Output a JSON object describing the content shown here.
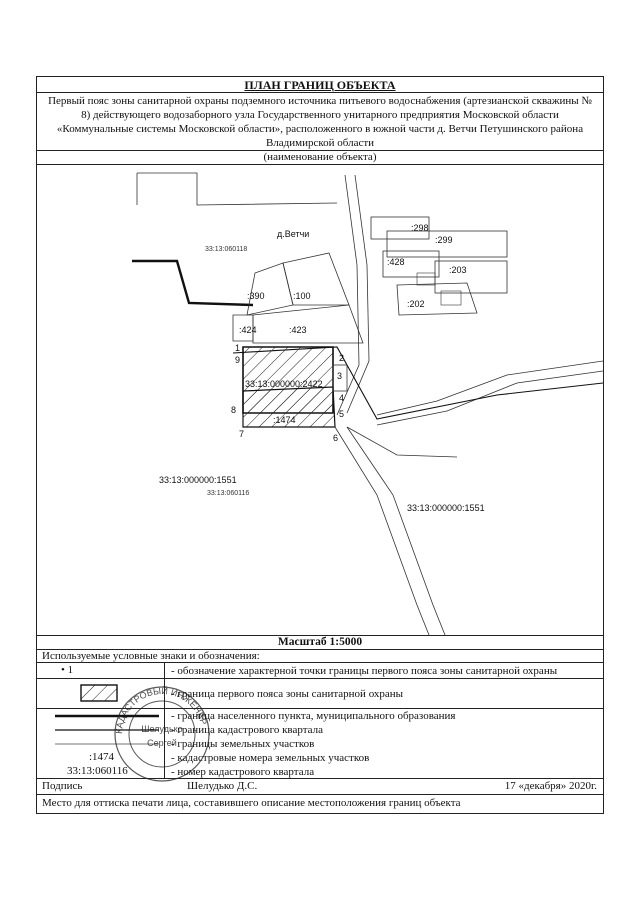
{
  "document": {
    "title": "ПЛАН ГРАНИЦ ОБЪЕКТА",
    "description": "Первый пояс зоны санитарной охраны подземного источника питьевого водоснабжения (артезианской скважины № 8) действующего водозаборного узла Государственного унитарного предприятия Московской области «Коммунальные системы Московской области», расположенного в южной части д. Ветчи Петушинского района Владимирской области",
    "object_caption": "(наименование объекта)",
    "scale": "Масштаб 1:5000",
    "legend_caption": "Используемые условные знаки и обозначения:",
    "legend": [
      {
        "symbol": "• 1",
        "text": "- обозначение характерной точки границы первого пояса зоны санитарной охраны"
      },
      {
        "symbol": "hatch",
        "text": "- граница первого пояса зоны санитарной охраны"
      },
      {
        "symbol": "thick-line",
        "text": "- граница населенного пункта, муниципального образования"
      },
      {
        "symbol": "thin-line",
        "text": "- граница кадастрового квартала"
      },
      {
        "symbol": "hair-line",
        "text": "- границы земельных участков"
      },
      {
        "symbol": ":1474",
        "text": "- кадастровые номера земельных участков"
      },
      {
        "symbol": "33:13:060116",
        "text": "- номер кадастрового квартала"
      }
    ],
    "signature_label": "Подпись",
    "signature_name": "Шелудько Д.С.",
    "signature_date": "17 «декабря» 2020г.",
    "place_text": "Место для оттиска печати лица, составившего описание местоположения границ объекта"
  },
  "map": {
    "village": "д.Ветчи",
    "quarter_top": "33:13:060118",
    "quarter_mid": "33:13:060116",
    "parcels": {
      "p298": ":298",
      "p299": ":299",
      "p428": ":428",
      "p203": ":203",
      "p202": ":202",
      "p390": ":390",
      "p100": ":100",
      "p424": ":424",
      "p423": ":423",
      "p1474": ":1474",
      "main": "33:13:000000:2422",
      "left": "33:13:000000:1551",
      "right": "33:13:000000:1551"
    },
    "points": [
      "1",
      "2",
      "3",
      "4",
      "5",
      "6",
      "7",
      "8",
      "9"
    ]
  },
  "stamp": {
    "ring_text": "КАДАСТРОВЫЙ ИНЖЕНЕР",
    "name": "Шелудько",
    "sub": "Сергей"
  }
}
